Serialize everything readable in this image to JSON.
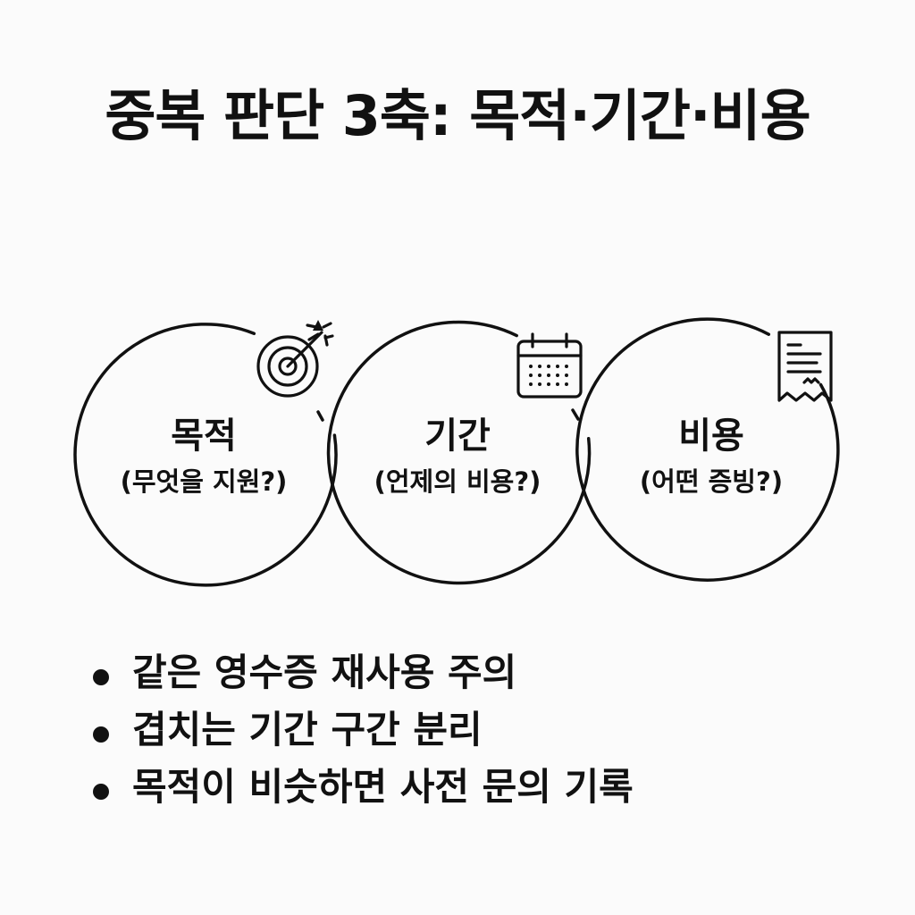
{
  "title": "중복 판단 3축: 목적·기간·비용",
  "axes": [
    {
      "label": "목적",
      "question": "(무엇을 지원?)",
      "icon": "target-icon"
    },
    {
      "label": "기간",
      "question": "(언제의 비용?)",
      "icon": "calendar-icon"
    },
    {
      "label": "비용",
      "question": "(어떤 증빙?)",
      "icon": "receipt-icon"
    }
  ],
  "bullets": [
    "같은 영수증 재사용 주의",
    "겹치는 기간 구간 분리",
    "목적이 비슷하면 사전 문의 기록"
  ],
  "colors": {
    "background": "#fbfbfb",
    "ink": "#111111"
  }
}
